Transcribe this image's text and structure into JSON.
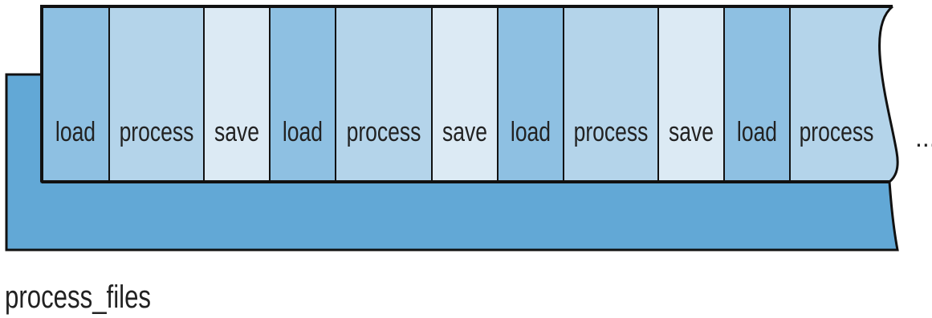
{
  "diagram": {
    "caption": "process_files",
    "continuation": "...",
    "colors": {
      "outer_band": "#62a8d6",
      "load": "#8ec0e2",
      "process": "#b4d4ea",
      "save": "#dceaf4",
      "stroke": "#111111"
    },
    "segments": [
      {
        "label": "load",
        "kind": "load"
      },
      {
        "label": "process",
        "kind": "process"
      },
      {
        "label": "save",
        "kind": "save"
      },
      {
        "label": "load",
        "kind": "load"
      },
      {
        "label": "process",
        "kind": "process"
      },
      {
        "label": "save",
        "kind": "save"
      },
      {
        "label": "load",
        "kind": "load"
      },
      {
        "label": "process",
        "kind": "process"
      },
      {
        "label": "save",
        "kind": "save"
      },
      {
        "label": "load",
        "kind": "load"
      },
      {
        "label": "process",
        "kind": "process"
      }
    ]
  }
}
